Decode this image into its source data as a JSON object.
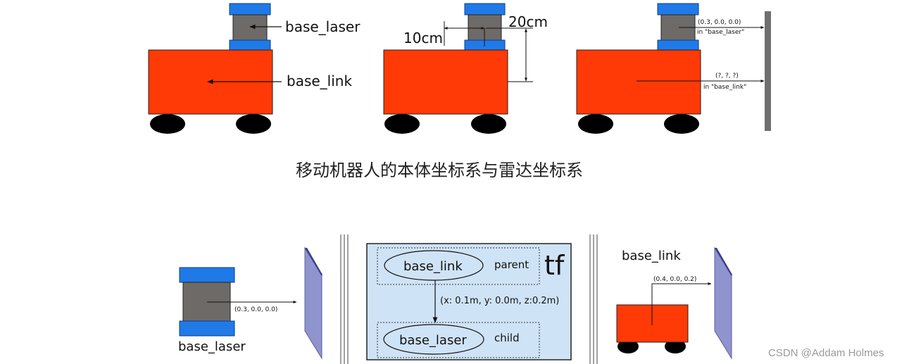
{
  "top": {
    "robot1": {
      "laser_label": "base_laser",
      "link_label": "base_link"
    },
    "robot2": {
      "dx_label": "10cm",
      "dy_label": "20cm"
    },
    "robot3": {
      "laser_coord": "(0.3, 0.0, 0.0)",
      "laser_frame": "in \"base_laser\"",
      "link_coord": "(?, ?, ?)",
      "link_frame": "in \"base_link\""
    }
  },
  "caption": "移动机器人的本体坐标系与雷达坐标系",
  "bottom": {
    "left": {
      "coord": "(0.3, 0.0, 0.0)",
      "label": "base_laser"
    },
    "tf": {
      "title": "tf",
      "parent_node": "base_link",
      "parent_role": "parent",
      "child_node": "base_laser",
      "child_role": "child",
      "transform": "(x: 0.1m, y: 0.0m, z:0.2m)"
    },
    "right": {
      "label": "base_link",
      "coord": "(0.4, 0.0, 0.2)"
    }
  },
  "watermark": "CSDN @Addam Holmes",
  "colors": {
    "body": "#ff3a06",
    "laser_cap": "#1f7ae8",
    "laser_body": "#6e6a68",
    "wheel": "#000000",
    "tf_panel": "#cfe3f6",
    "wall": "#6f6f6f",
    "mirror": "#8f94cf"
  }
}
